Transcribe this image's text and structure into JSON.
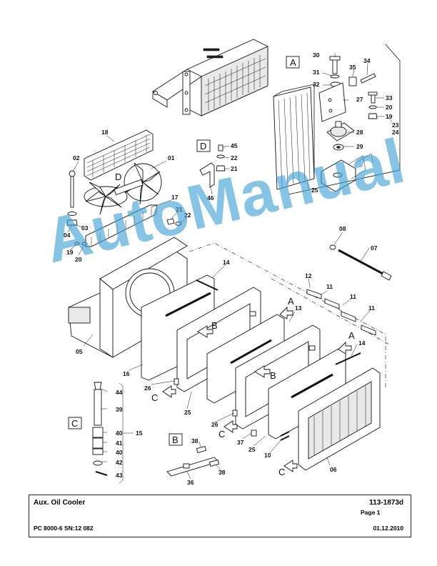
{
  "watermark": "AutoManual",
  "title_block": {
    "title": "Aux. Oil Cooler",
    "part_number": "113-1873d",
    "page": "Page 1",
    "model": "PC 8000-6 SN:12 082",
    "date": "01.12.2010"
  },
  "detail_views": {
    "A": "A",
    "B": "B",
    "C": "C",
    "D": "D"
  },
  "callouts": [
    "01",
    "02",
    "03",
    "04",
    "05",
    "06",
    "07",
    "08",
    "10",
    "11",
    "12",
    "13",
    "14",
    "15",
    "16",
    "17",
    "18",
    "19",
    "20",
    "21",
    "22",
    "23",
    "24",
    "25",
    "26",
    "27",
    "28",
    "29",
    "30",
    "31",
    "32",
    "33",
    "34",
    "35",
    "36",
    "37",
    "38",
    "39",
    "40",
    "41",
    "42",
    "43",
    "44",
    "45",
    "46"
  ],
  "view_arrows": {
    "A": "A",
    "B": "B",
    "C": "C",
    "D": "D"
  }
}
